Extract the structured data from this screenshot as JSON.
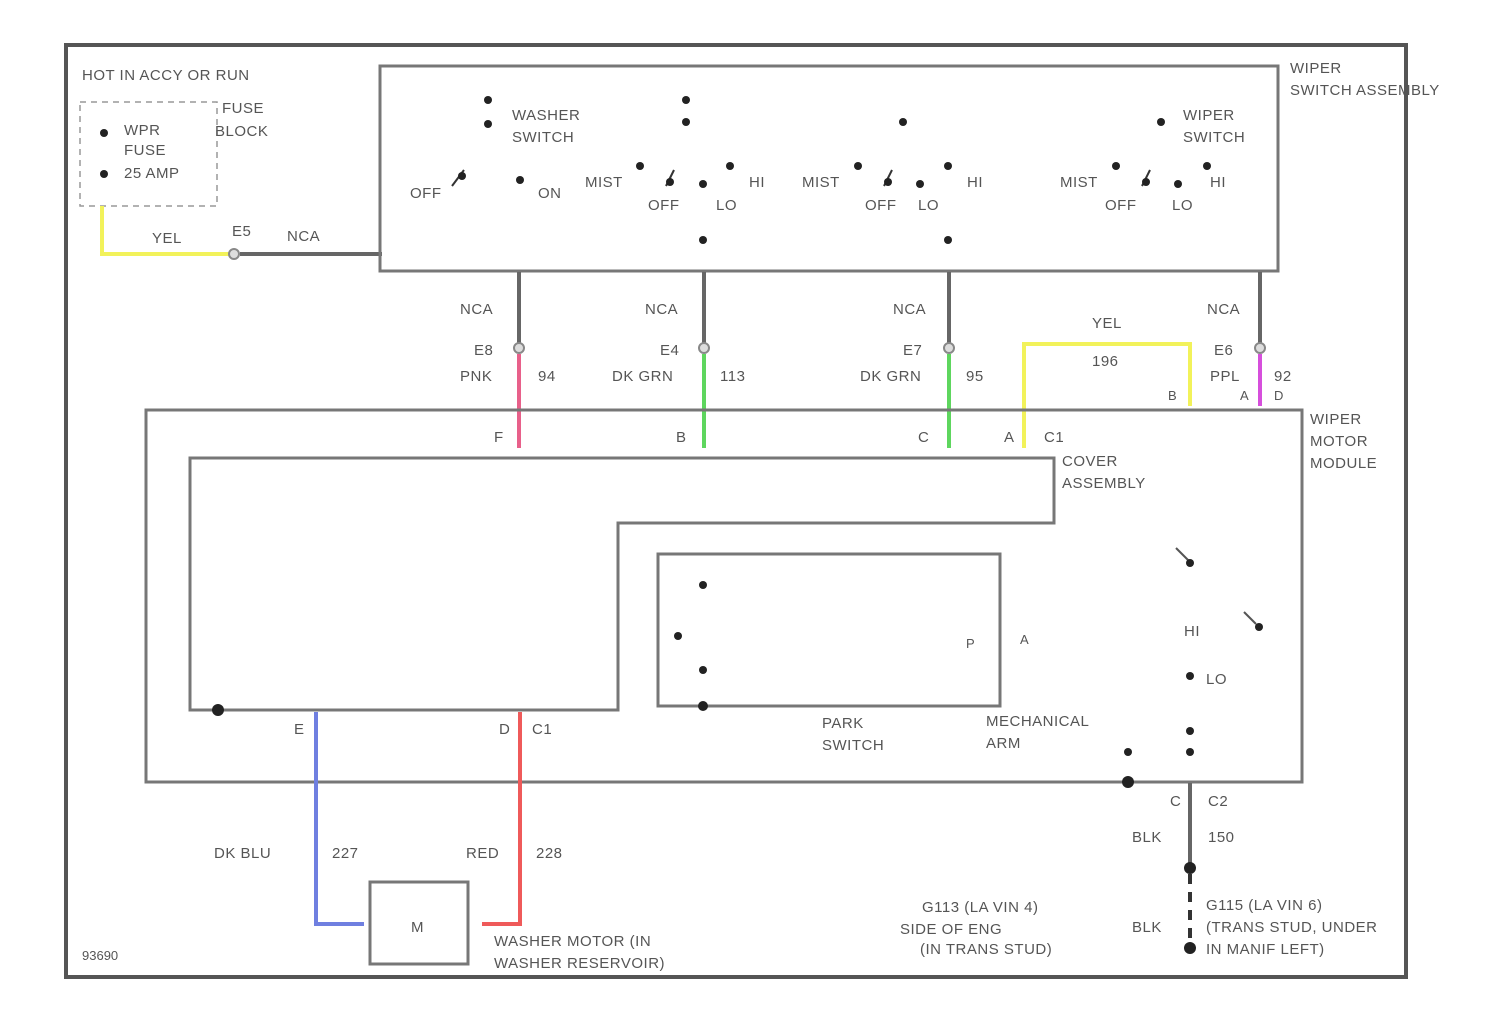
{
  "frame": {
    "id_label": "93690"
  },
  "fuse_block": {
    "hot_label": "HOT IN ACCY OR RUN",
    "title": [
      "FUSE",
      "BLOCK"
    ],
    "fuse": [
      "WPR",
      "FUSE",
      "25 AMP"
    ]
  },
  "switch_assembly": {
    "title": [
      "WIPER",
      "SWITCH ASSEMBLY"
    ],
    "washer_switch": [
      "WASHER",
      "SWITCH"
    ],
    "wiper_switch": [
      "WIPER",
      "SWITCH"
    ],
    "washer_positions": {
      "off": "OFF",
      "on": "ON"
    },
    "wiper_positions": {
      "mist": "MIST",
      "off": "OFF",
      "lo": "LO",
      "hi": "HI"
    }
  },
  "supply_wire": {
    "color_left": "YEL",
    "pin": "E5",
    "color_right": "NCA"
  },
  "drops": [
    {
      "nca": "NCA",
      "pin": "E8",
      "color": "PNK",
      "circuit": "94",
      "motor_pin": "F"
    },
    {
      "nca": "NCA",
      "pin": "E4",
      "color": "DK GRN",
      "circuit": "113",
      "motor_pin": "B"
    },
    {
      "nca": "NCA",
      "pin": "E7",
      "color": "DK GRN",
      "circuit": "95",
      "motor_pin": "C"
    },
    {
      "nca": "NCA",
      "pin": "E6",
      "color": "PPL",
      "circuit": "92",
      "motor_pin": "D"
    }
  ],
  "yellow_jumper": {
    "color": "YEL",
    "circuit": "196",
    "pin_b": "B",
    "pin_a": "A",
    "motor_pin": "A",
    "connector": "C1"
  },
  "motor_module": {
    "title": [
      "WIPER",
      "MOTOR",
      "MODULE"
    ],
    "cover": [
      "COVER",
      "ASSEMBLY"
    ],
    "park_switch": [
      "PARK",
      "SWITCH"
    ],
    "mechanical_arm": [
      "MECHANICAL",
      "ARM"
    ],
    "hi": "HI",
    "lo": "LO",
    "e_pin": "E",
    "d_pin": "D",
    "c1": "C1",
    "c2": "C2",
    "c_pin": "C",
    "p_mark": "P",
    "a_mark": "A"
  },
  "washer_wires": [
    {
      "color": "DK BLU",
      "circuit": "227"
    },
    {
      "color": "RED",
      "circuit": "228"
    }
  ],
  "ground_wire": {
    "color": "BLK",
    "circuit": "150",
    "color2": "BLK"
  },
  "washer_motor": {
    "symbol": "M",
    "label": [
      "WASHER MOTOR (IN",
      "WASHER RESERVOIR)"
    ]
  },
  "grounds": {
    "g113": [
      "G113 (LA VIN 4)",
      "SIDE OF ENG",
      "(IN TRANS STUD)"
    ],
    "g115": [
      "G115 (LA VIN 6)",
      "(TRANS STUD, UNDER",
      "IN MANIF LEFT)"
    ]
  },
  "colors": {
    "yellow": "#f2f25a",
    "pink": "#e8608a",
    "green": "#5ed65e",
    "purple": "#d64fdc",
    "blue": "#6f7fe0",
    "red": "#ef5a5a",
    "gray": "#666666"
  }
}
